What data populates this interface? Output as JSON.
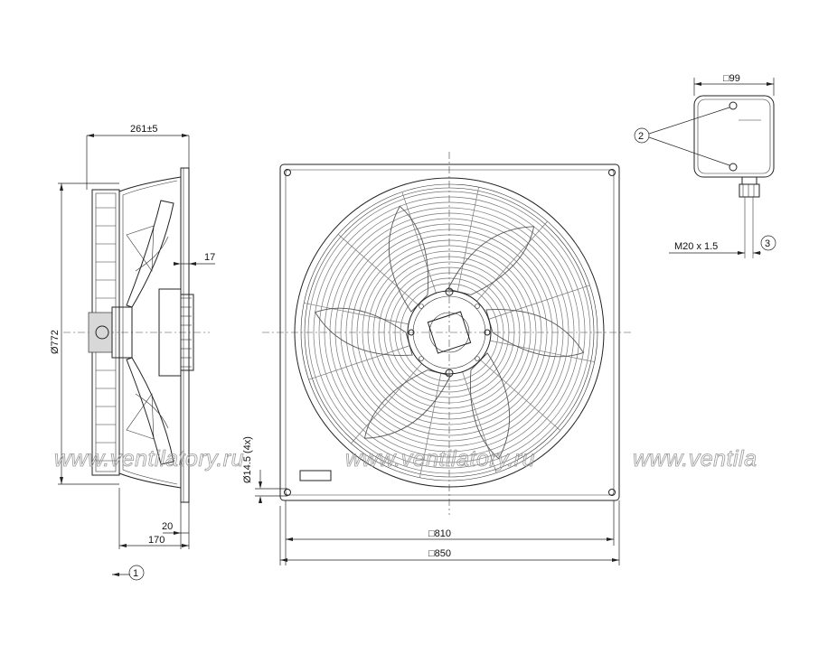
{
  "dimensions": {
    "depth_total": "261±5",
    "outer_diameter": "Ø772",
    "flange_offset": "17",
    "bottom_small": "20",
    "bottom_depth": "170",
    "mount_hole": "Ø14.5 (4x)",
    "inner_square": "□810",
    "outer_square": "□850",
    "terminal_box": "□99",
    "cable_gland": "M20 x 1.5"
  },
  "callouts": {
    "one": "1",
    "two": "2",
    "three": "3"
  },
  "watermark": {
    "text_1": "www.ventilatory.ru",
    "text_2": "www.ventilatory.ru",
    "text_3": "www.ventila"
  }
}
